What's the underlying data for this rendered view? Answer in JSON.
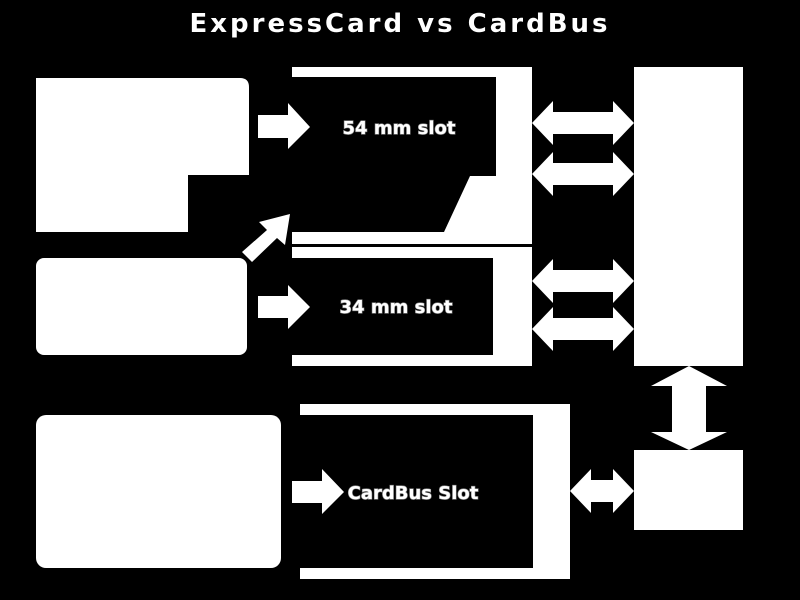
{
  "title": "ExpressCard vs CardBus",
  "slots": {
    "slot54": "54 mm slot",
    "slot34": "34 mm slot",
    "cardbus": "CardBus Slot"
  },
  "colors": {
    "background": "#000000",
    "foreground": "#ffffff",
    "label_fill": "#ffffff",
    "label_stroke": "#888888"
  }
}
